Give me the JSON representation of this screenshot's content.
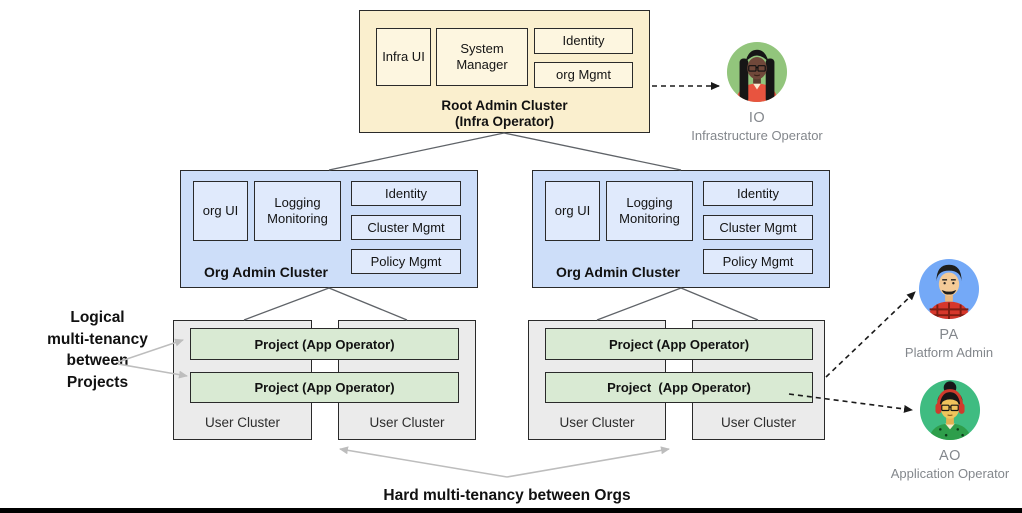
{
  "colors": {
    "root_fill": "#FAEFCE",
    "root_inner_fill": "#FDF6E0",
    "org_fill": "#CDDEF9",
    "org_inner_fill": "#E0EAFC",
    "user_fill": "#EBEBEB",
    "project_fill": "#D9EAD3",
    "line": "#5F6368",
    "gray_arrow": "#BDBDBD",
    "dashed_arrow": "#1A1A1A",
    "io_circle": "#92C57C",
    "pa_circle": "#74A9F7",
    "ao_circle": "#3FBC81"
  },
  "root_cluster": {
    "components": [
      "Infra UI",
      "System Manager",
      "Identity",
      "org Mgmt"
    ],
    "label_line1": "Root Admin Cluster",
    "label_line2": "(Infra Operator)"
  },
  "org_cluster": {
    "components": [
      "org UI",
      "Logging Monitoring",
      "Identity",
      "Cluster Mgmt",
      "Policy Mgmt"
    ],
    "label": "Org Admin Cluster"
  },
  "user_groups": [
    {
      "projects": [
        "Project (App Operator)",
        "Project (App Operator)"
      ],
      "clusters": [
        "User Cluster",
        "User Cluster"
      ]
    },
    {
      "projects": [
        "Project (App Operator)",
        "Project  (App Operator)"
      ],
      "clusters": [
        "User Cluster",
        "User Cluster"
      ]
    }
  ],
  "personas": [
    {
      "abbr": "IO",
      "role": "Infrastructure Operator"
    },
    {
      "abbr": "PA",
      "role": "Platform Admin"
    },
    {
      "abbr": "AO",
      "role": "Application Operator"
    }
  ],
  "annotations": {
    "left_lines": [
      "Logical",
      "multi-tenancy",
      "between",
      "Projects"
    ],
    "bottom": "Hard multi-tenancy between Orgs"
  }
}
